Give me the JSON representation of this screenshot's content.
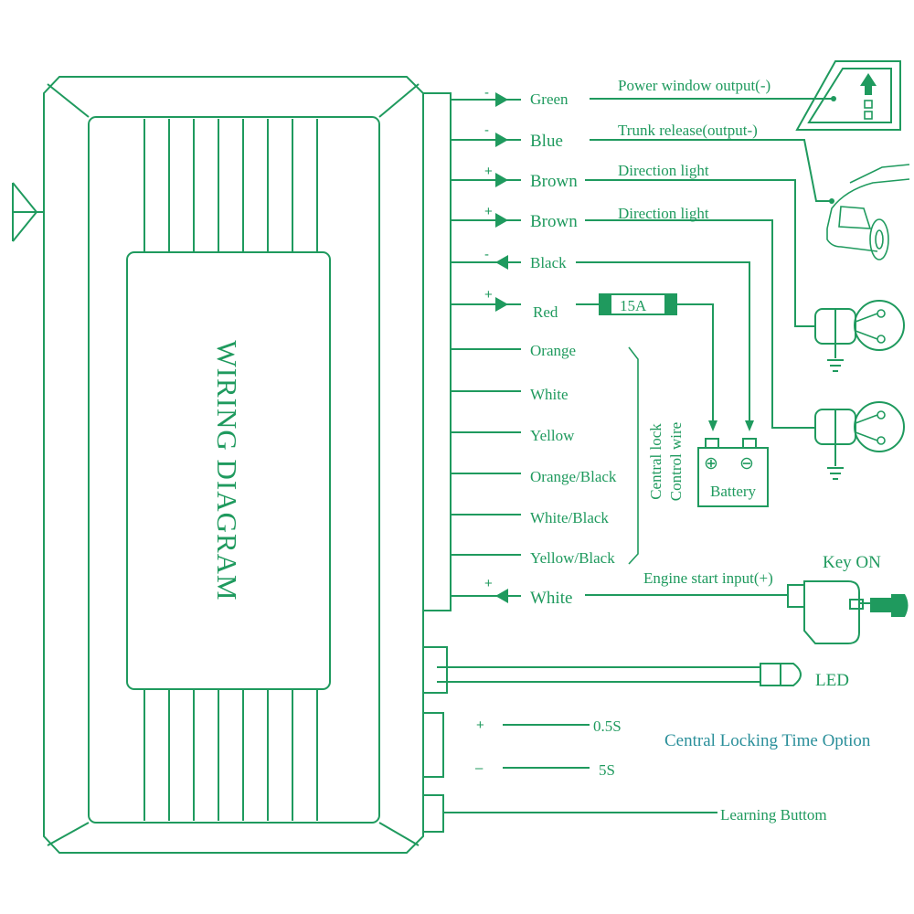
{
  "diagram": {
    "title": "WIRING DIAGRAM",
    "colors": {
      "line": "#1f9a5e",
      "teal_text": "#2a8f9a"
    },
    "wires": [
      {
        "id": "green",
        "sign": "-",
        "color_label": "Green",
        "function": "Power window output(-)",
        "direction": "out"
      },
      {
        "id": "blue",
        "sign": "-",
        "color_label": "Blue",
        "function": "Trunk release(output-)",
        "direction": "out"
      },
      {
        "id": "brown1",
        "sign": "+",
        "color_label": "Brown",
        "function": "Direction light",
        "direction": "out"
      },
      {
        "id": "brown2",
        "sign": "+",
        "color_label": "Brown",
        "function": "Direction light",
        "direction": "out"
      },
      {
        "id": "black",
        "sign": "-",
        "color_label": "Black",
        "function": "",
        "direction": "in"
      },
      {
        "id": "red",
        "sign": "+",
        "color_label": "Red",
        "function": "",
        "direction": "out"
      },
      {
        "id": "orange",
        "sign": "",
        "color_label": "Orange",
        "function": "",
        "direction": "none"
      },
      {
        "id": "white",
        "sign": "",
        "color_label": "White",
        "function": "",
        "direction": "none"
      },
      {
        "id": "yellow",
        "sign": "",
        "color_label": "Yellow",
        "function": "",
        "direction": "none"
      },
      {
        "id": "orangeblack",
        "sign": "",
        "color_label": "Orange/Black",
        "function": "",
        "direction": "none"
      },
      {
        "id": "whiteblack",
        "sign": "",
        "color_label": "White/Black",
        "function": "",
        "direction": "none"
      },
      {
        "id": "yellowblack",
        "sign": "",
        "color_label": "Yellow/Black",
        "function": "",
        "direction": "none"
      },
      {
        "id": "white2",
        "sign": "+",
        "color_label": "White",
        "function": "Engine start input(+)",
        "direction": "in"
      }
    ],
    "fuse_label": "15A",
    "battery": {
      "label": "Battery",
      "plus": "⊕",
      "minus": "⊖"
    },
    "central_lock_label": [
      "Central lock",
      "Control wire"
    ],
    "key_label": "Key ON",
    "led_label": "LED",
    "time_option": {
      "label": "Central Locking Time Option",
      "plus_sign": "+",
      "plus_value": "0.5S",
      "minus_sign": "–",
      "minus_value": "5S"
    },
    "learning_label": "Learning Buttom"
  }
}
